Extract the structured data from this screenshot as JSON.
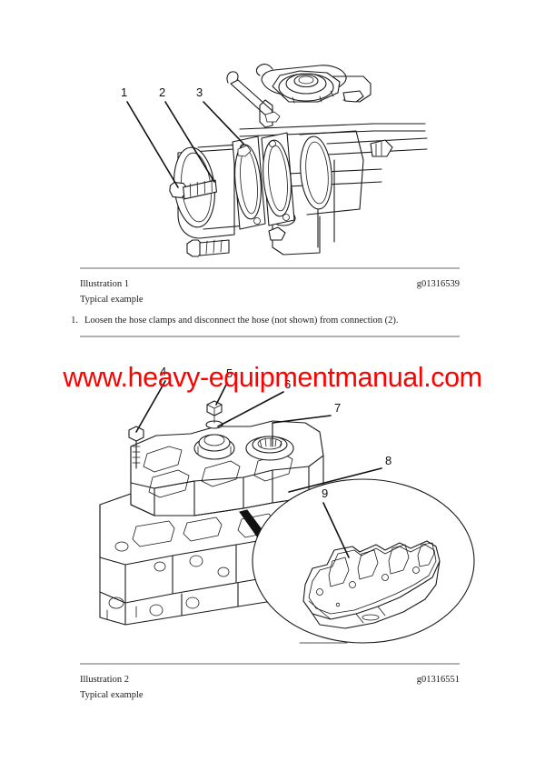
{
  "document": {
    "type": "service-manual-page",
    "page_background": "#ffffff",
    "text_color": "#1a1a1a"
  },
  "watermark": {
    "text": "www.heavy-equipmentmanual.com",
    "color": "#fe0000"
  },
  "figures": [
    {
      "id": "figure-1",
      "caption_title": "Illustration 1",
      "caption_id": "g01316539",
      "caption_sub": "Typical example",
      "callouts": [
        "1",
        "2",
        "3"
      ],
      "description": "Exploded view of air inlet connection, clamp and gasket on engine"
    },
    {
      "id": "figure-2",
      "caption_title": "Illustration 2",
      "caption_id": "g01316551",
      "caption_sub": "Typical example",
      "callouts": [
        "4",
        "5",
        "6",
        "7",
        "8",
        "9"
      ],
      "description": "Valve mechanism cover with bolts and detail circle of cover gasket"
    }
  ],
  "steps": [
    {
      "number": "1.",
      "text": "Loosen the hose clamps and disconnect the hose (not shown) from connection (2)."
    }
  ]
}
